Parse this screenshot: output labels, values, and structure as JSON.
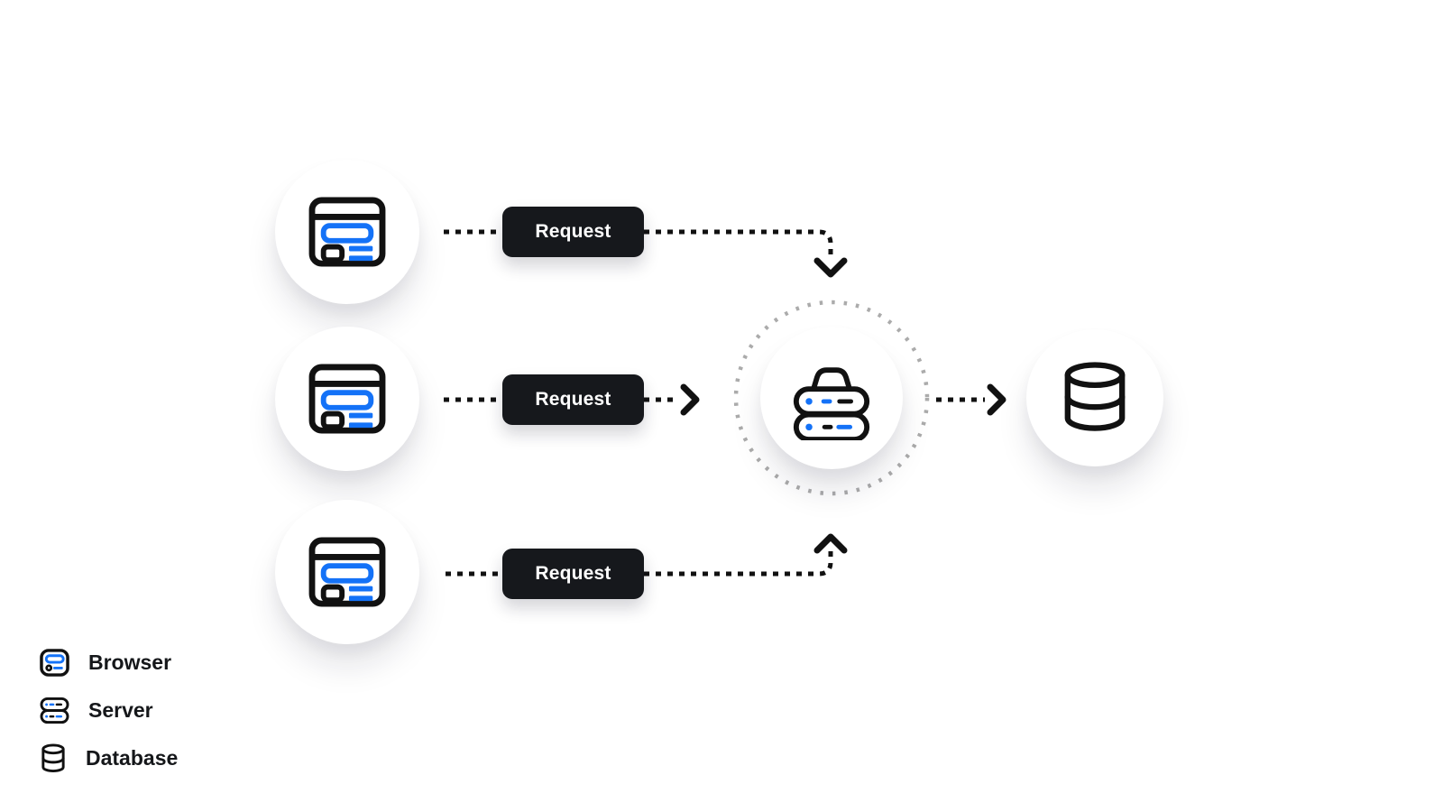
{
  "colors": {
    "page_bg": "#FFFFFF",
    "node_fill": "#FFFFFF",
    "ink": "#111111",
    "accent_blue": "#1472F7",
    "button_bg": "#16181C",
    "ring_gray": "#ABABAB",
    "legend_text": "#15171A"
  },
  "buttons": {
    "request_label": "Request"
  },
  "legend": {
    "items": [
      {
        "icon": "browser-icon",
        "label": "Browser"
      },
      {
        "icon": "server-icon",
        "label": "Server"
      },
      {
        "icon": "database-icon",
        "label": "Database"
      }
    ]
  }
}
